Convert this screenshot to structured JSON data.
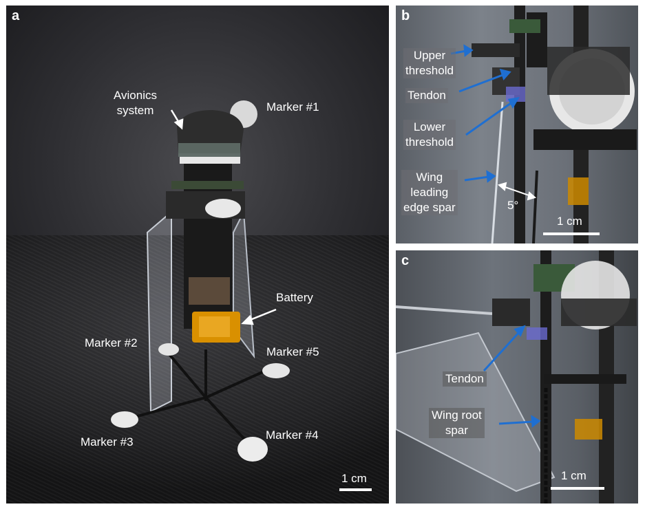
{
  "panels": {
    "a": {
      "letter": "a",
      "labels": {
        "avionics": "Avionics\nsystem",
        "marker1": "Marker #1",
        "battery": "Battery",
        "marker2": "Marker #2",
        "marker5": "Marker #5",
        "marker3": "Marker #3",
        "marker4": "Marker #4",
        "scale": "1 cm"
      }
    },
    "b": {
      "letter": "b",
      "labels": {
        "upper_threshold": "Upper\nthreshold",
        "tendon": "Tendon",
        "lower_threshold": "Lower\nthreshold",
        "wing_spar": "Wing\nleading\nedge spar",
        "angle": "5°",
        "scale": "1 cm"
      }
    },
    "c": {
      "letter": "c",
      "labels": {
        "tendon": "Tendon",
        "wing_root": "Wing root\nspar",
        "scale": "1 cm"
      }
    }
  },
  "colors": {
    "arrow_blue": "#1f6fd1",
    "arrow_white": "#ffffff",
    "text": "#ffffff"
  }
}
